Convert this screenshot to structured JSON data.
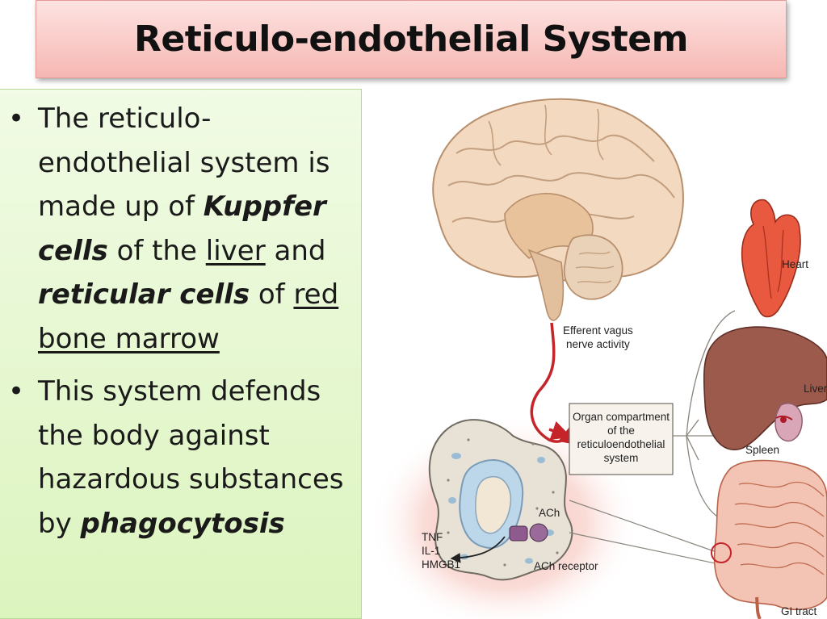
{
  "slide": {
    "title": "Reticulo-endothelial System"
  },
  "bullets": [
    {
      "parts": [
        {
          "text": "The reticulo-endothelial system is made up of ",
          "style": "normal"
        },
        {
          "text": "Kuppfer cells",
          "style": "bold-italic"
        },
        {
          "text": " of the ",
          "style": "normal"
        },
        {
          "text": "liver",
          "style": "underline"
        },
        {
          "text": " and ",
          "style": "normal"
        },
        {
          "text": "reticular cells",
          "style": "bold-italic"
        },
        {
          "text": " of ",
          "style": "normal"
        },
        {
          "text": "red bone marrow",
          "style": "underline"
        }
      ]
    },
    {
      "parts": [
        {
          "text": "This system defends the body against hazardous substances by ",
          "style": "normal"
        },
        {
          "text": "phagocytosis",
          "style": "bold-italic"
        }
      ]
    }
  ],
  "diagram": {
    "labels": {
      "heart": "Heart",
      "liver": "Liver",
      "spleen": "Spleen",
      "gi_tract": "GI tract",
      "efferent_line1": "Efferent vagus",
      "efferent_line2": "nerve activity",
      "organ_line1": "Organ compartment",
      "organ_line2": "of the",
      "organ_line3": "reticuloendothelial",
      "organ_line4": "system",
      "tnf": "TNF",
      "il1": "IL-1",
      "hmgb1": "HMGB1",
      "ach": "ACh",
      "ach_receptor": "ACh receptor"
    },
    "colors": {
      "brain": "#f2d9bf",
      "heart": "#e8593f",
      "liver": "#9c5a4c",
      "spleen": "#d9a6b8",
      "gut": "#f3c4b3",
      "nerve_arrow": "#c4242a",
      "glow": "#f3a39a"
    }
  }
}
